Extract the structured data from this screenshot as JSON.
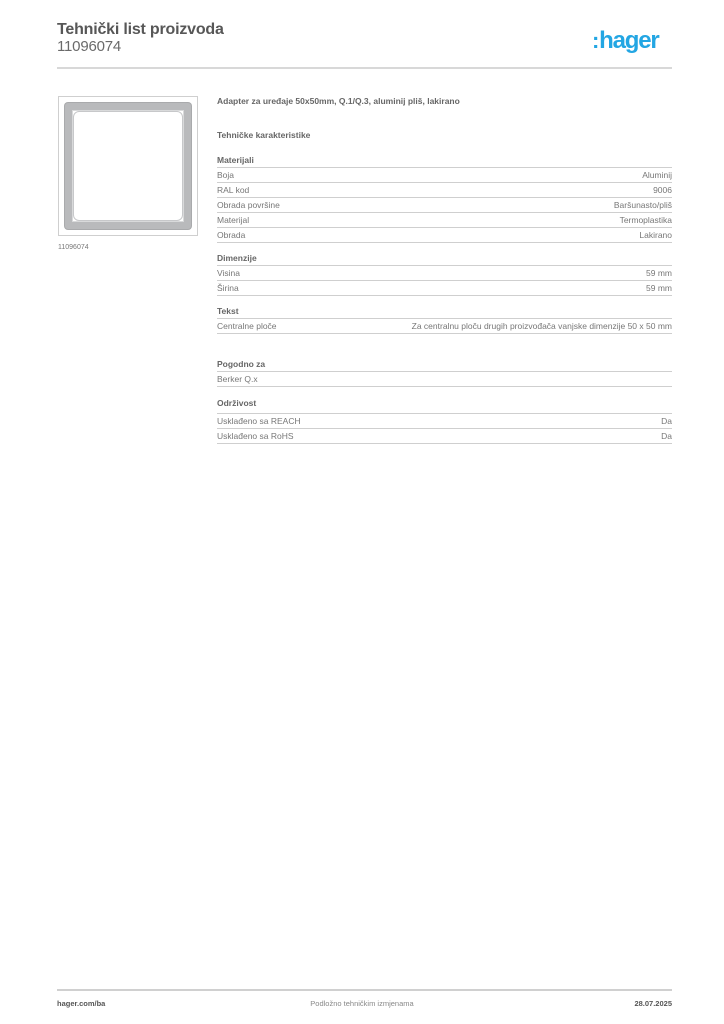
{
  "header": {
    "title": "Tehnički list proizvoda",
    "product_number": "11096074",
    "logo_text": "hager",
    "logo_color": "#23a6e3"
  },
  "product": {
    "image_caption": "11096074",
    "title": "Adapter za uređaje 50x50mm, Q.1/Q.3, aluminij pliš, lakirano",
    "characteristics_heading": "Tehničke karakteristike"
  },
  "sections": [
    {
      "heading": "Materijali",
      "rows": [
        {
          "label": "Boja",
          "value": "Aluminij"
        },
        {
          "label": "RAL kod",
          "value": "9006"
        },
        {
          "label": "Obrada površine",
          "value": "Baršunasto/pliš"
        },
        {
          "label": "Materijal",
          "value": "Termoplastika"
        },
        {
          "label": "Obrada",
          "value": "Lakirano"
        }
      ]
    },
    {
      "heading": "Dimenzije",
      "rows": [
        {
          "label": "Visina",
          "value": "59 mm"
        },
        {
          "label": "Širina",
          "value": "59 mm"
        }
      ]
    },
    {
      "heading": "Tekst",
      "rows": [
        {
          "label": "Centralne ploče",
          "value": "Za centralnu ploču drugih proizvođača vanjske dimenzije 50 x 50 mm"
        }
      ]
    },
    {
      "heading": "Pogodno za",
      "rows": [
        {
          "label": "Berker Q.x",
          "value": ""
        }
      ]
    },
    {
      "heading": "Održivost",
      "rows": [
        {
          "label": "Usklađeno sa REACH",
          "value": "Da"
        },
        {
          "label": "Usklađeno sa RoHS",
          "value": "Da"
        }
      ]
    }
  ],
  "footer": {
    "website": "hager.com/ba",
    "notice": "Podložno tehničkim izmjenama",
    "date": "28.07.2025"
  }
}
